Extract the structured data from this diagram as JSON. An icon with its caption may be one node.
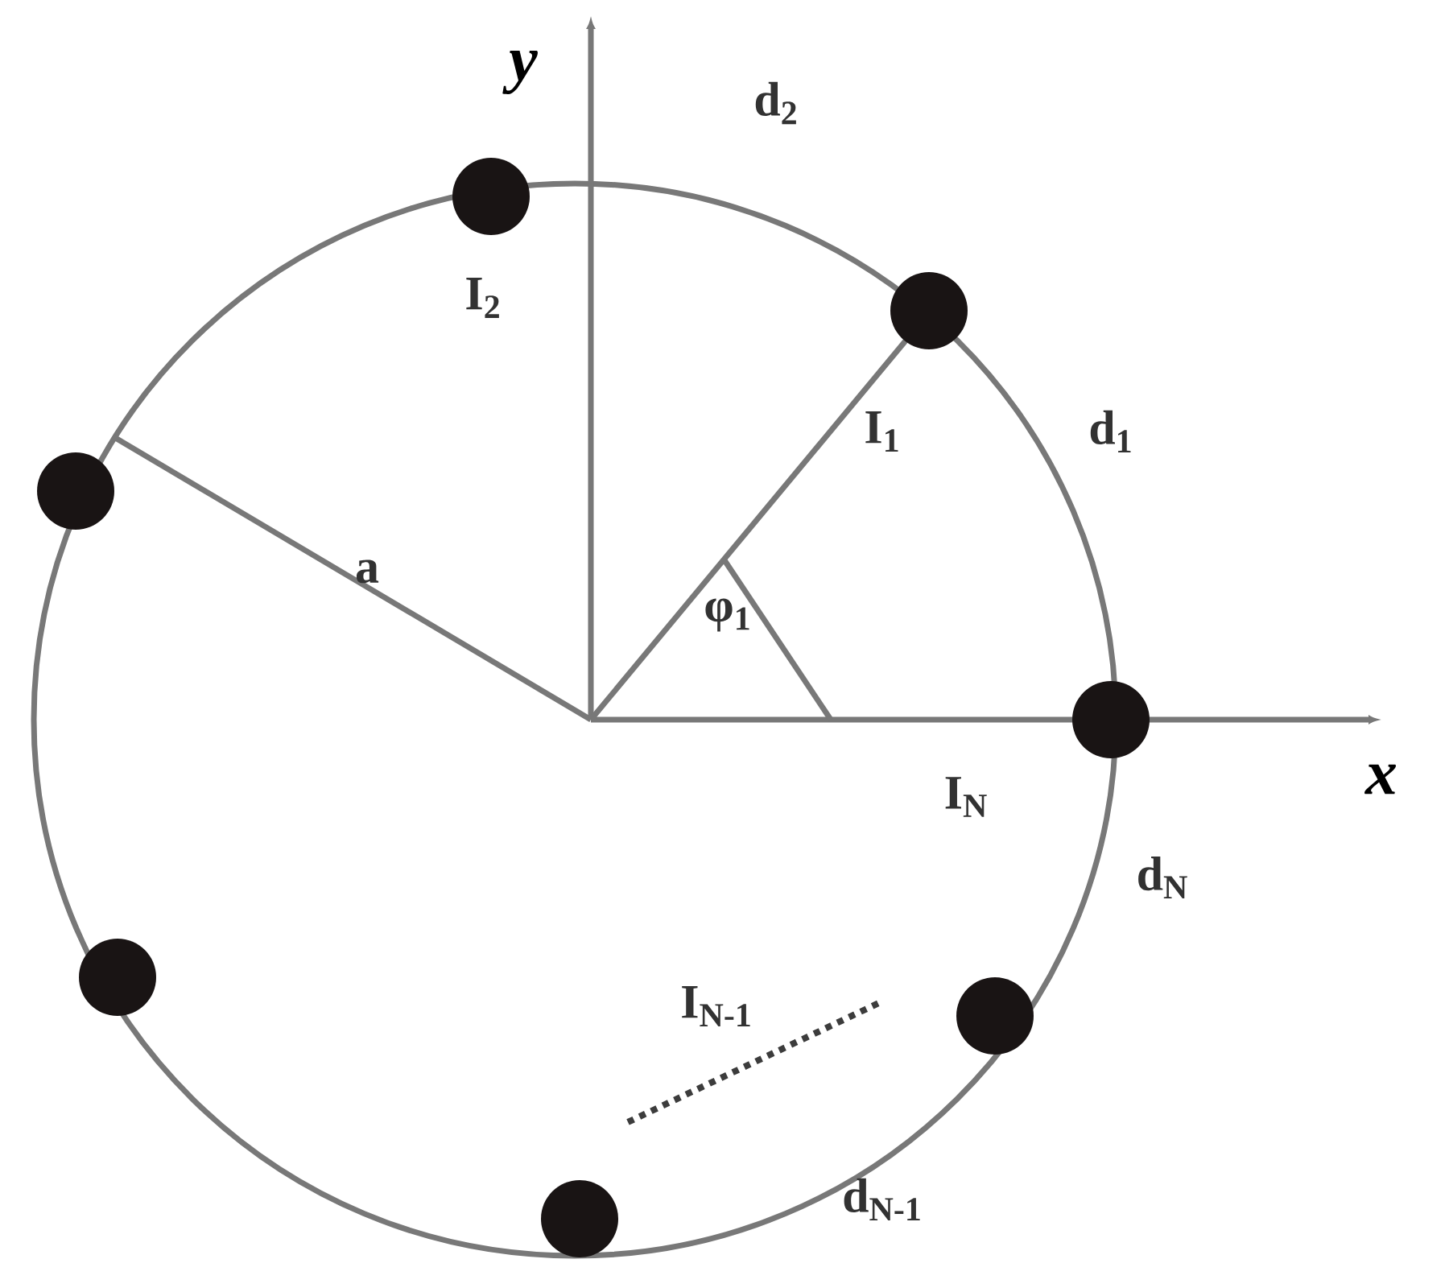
{
  "diagram": {
    "nodes": [
      {
        "text": [],
        "shape": "circle",
        "beside": [
          "I$_{2}$"
        ]
      },
      {
        "text": [],
        "shape": "circle",
        "beside": [
          "I$_{1}$"
        ]
      },
      {
        "text": [],
        "shape": "circle"
      },
      {
        "text": [],
        "shape": "circle",
        "beside": [
          "I$_{N}$"
        ]
      },
      {
        "text": [],
        "shape": "circle"
      },
      {
        "text": [],
        "shape": "circle"
      },
      {
        "text": [],
        "shape": "circle"
      }
    ],
    "labels": [
      "y",
      "d$_{2}$",
      "d$_{1}$",
      "a",
      "φ$_{1}$",
      "x",
      "d$_{N}$",
      "I$_{N-1}$",
      "d$_{N-1}$"
    ]
  }
}
